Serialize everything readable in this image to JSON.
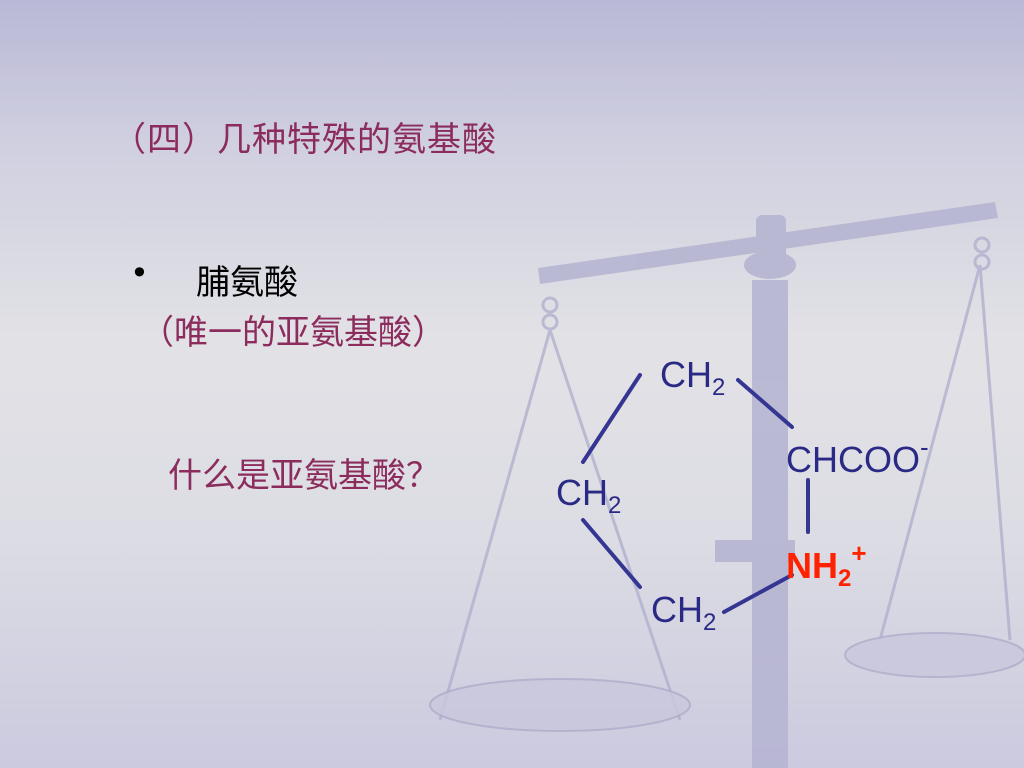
{
  "slide": {
    "title": "（四）几种特殊的氨基酸",
    "bullet_marker": "•",
    "bullet_text": "脯氨酸",
    "subnote": "（唯一的亚氨基酸）",
    "question": "什么是亚氨基酸？"
  },
  "structure": {
    "top": {
      "main": "CH",
      "sub": "2"
    },
    "left": {
      "main": "CH",
      "sub": "2"
    },
    "bottom": {
      "main": "CH",
      "sub": "2"
    },
    "alpha": {
      "main": "CHCOO",
      "sup": "-"
    },
    "amine": {
      "main": "NH",
      "sub": "2",
      "sup": "+"
    }
  },
  "colors": {
    "title": "#8b2c5c",
    "bonds": "#2a2a86",
    "amine": "#ff2200",
    "background_art": "#a9a8c8"
  },
  "icons": {
    "background": "balance-scale-icon"
  }
}
